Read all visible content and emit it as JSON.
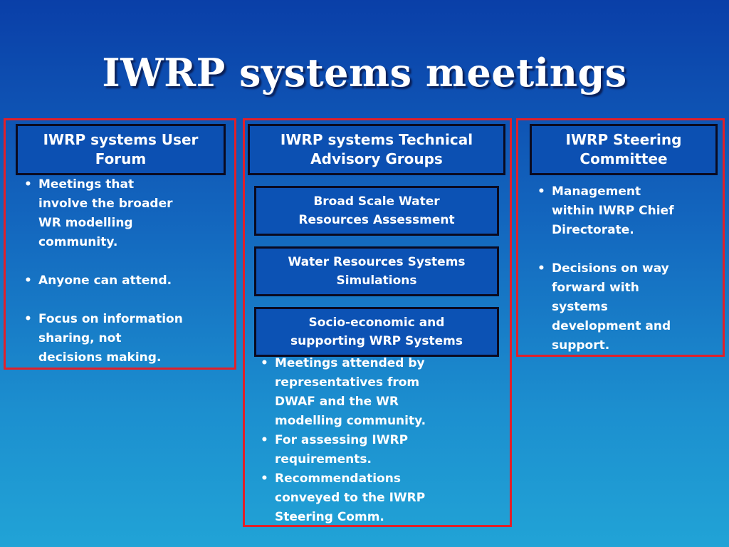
{
  "title": "IWRP systems meetings",
  "columns": [
    {
      "header": [
        "IWRP systems User",
        "Forum"
      ],
      "bullets": [
        [
          "Meetings that",
          "involve the broader",
          "WR modelling",
          "community."
        ],
        [
          "Anyone can attend."
        ],
        [
          "Focus on information",
          "sharing, not",
          "decisions making."
        ]
      ]
    },
    {
      "header": [
        "IWRP systems Technical",
        "Advisory Groups"
      ],
      "groups": [
        [
          "Broad Scale Water",
          "Resources Assessment"
        ],
        [
          "Water Resources Systems",
          "Simulations"
        ],
        [
          "Socio-economic and",
          "supporting WRP Systems"
        ]
      ],
      "bullets": [
        [
          "Meetings attended by",
          "representatives from",
          "DWAF and the WR",
          "modelling community."
        ],
        [
          "For assessing IWRP",
          "requirements."
        ],
        [
          "Recommendations",
          "conveyed to the IWRP",
          "Steering Comm."
        ]
      ]
    },
    {
      "header": [
        "IWRP Steering",
        "Committee"
      ],
      "bullets": [
        [
          "Management",
          "within IWRP Chief",
          "Directorate."
        ],
        [
          "Decisions on way",
          "forward with",
          "systems",
          "development and",
          "support."
        ]
      ]
    }
  ],
  "bullet_char": "•",
  "colors": {
    "frame": "#e0202a",
    "box_fill": "#0c50b2",
    "box_border": "#0a0a20",
    "text": "#ffffff"
  }
}
